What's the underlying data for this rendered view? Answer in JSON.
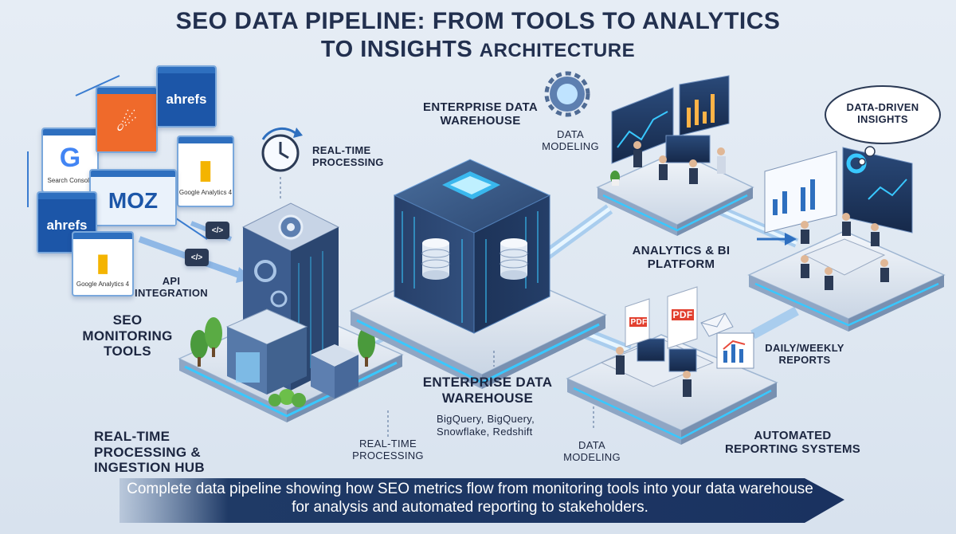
{
  "title": {
    "line1": "SEO DATA PIPELINE: FROM TOOLS TO ANALYTICS",
    "line2_main": "TO INSIGHTS",
    "line2_small": "ARCHITECTURE"
  },
  "tools": {
    "label": "SEO MONITORING TOOLS",
    "api_label": "API INTEGRATION",
    "cards": [
      {
        "name": "Google Search Console",
        "glyph": "G",
        "caption": "Search Console"
      },
      {
        "name": "Semrush",
        "glyph": "☄",
        "caption": ""
      },
      {
        "name": "Ahrefs",
        "glyph": "ahrefs",
        "caption": ""
      },
      {
        "name": "Google Analytics",
        "glyph": "▮",
        "caption": "Google Analytics 4"
      },
      {
        "name": "Moz",
        "glyph": "MOZ",
        "caption": ""
      },
      {
        "name": "Ahrefs",
        "glyph": "ahrefs",
        "caption": ""
      },
      {
        "name": "Google Analytics",
        "glyph": "▮",
        "caption": "Google Analytics 4"
      }
    ],
    "code_glyph": "</>"
  },
  "hub": {
    "top_label": "REAL-TIME PROCESSING",
    "bottom_label": "REAL-TIME PROCESSING & INGESTION HUB"
  },
  "warehouse": {
    "top_label": "ENTERPRISE DATA WAREHOUSE",
    "bottom_label": "ENTERPRISE DATA WAREHOUSE",
    "tech": "BigQuery, BigQuery, Snowflake, Redshift",
    "realtime_label": "REAL-TIME PROCESSING",
    "modeling_label": "DATA MODELING"
  },
  "modeling": {
    "label": "DATA MODELING"
  },
  "analytics": {
    "label": "ANALYTICS & BI PLATFORM",
    "insights_label": "DATA-DRIVEN INSIGHTS"
  },
  "reporting": {
    "label": "AUTOMATED REPORTING SYSTEMS",
    "reports_label": "DAILY/WEEKLY REPORTS",
    "pdf_label": "PDF"
  },
  "banner": {
    "text": "Complete data pipeline showing how SEO metrics flow from monitoring tools into your data warehouse for analysis and automated reporting to stakeholders."
  },
  "colors": {
    "accent": "#2e6fbf",
    "banner": "#1f3a66",
    "glow": "#39c8ff"
  }
}
